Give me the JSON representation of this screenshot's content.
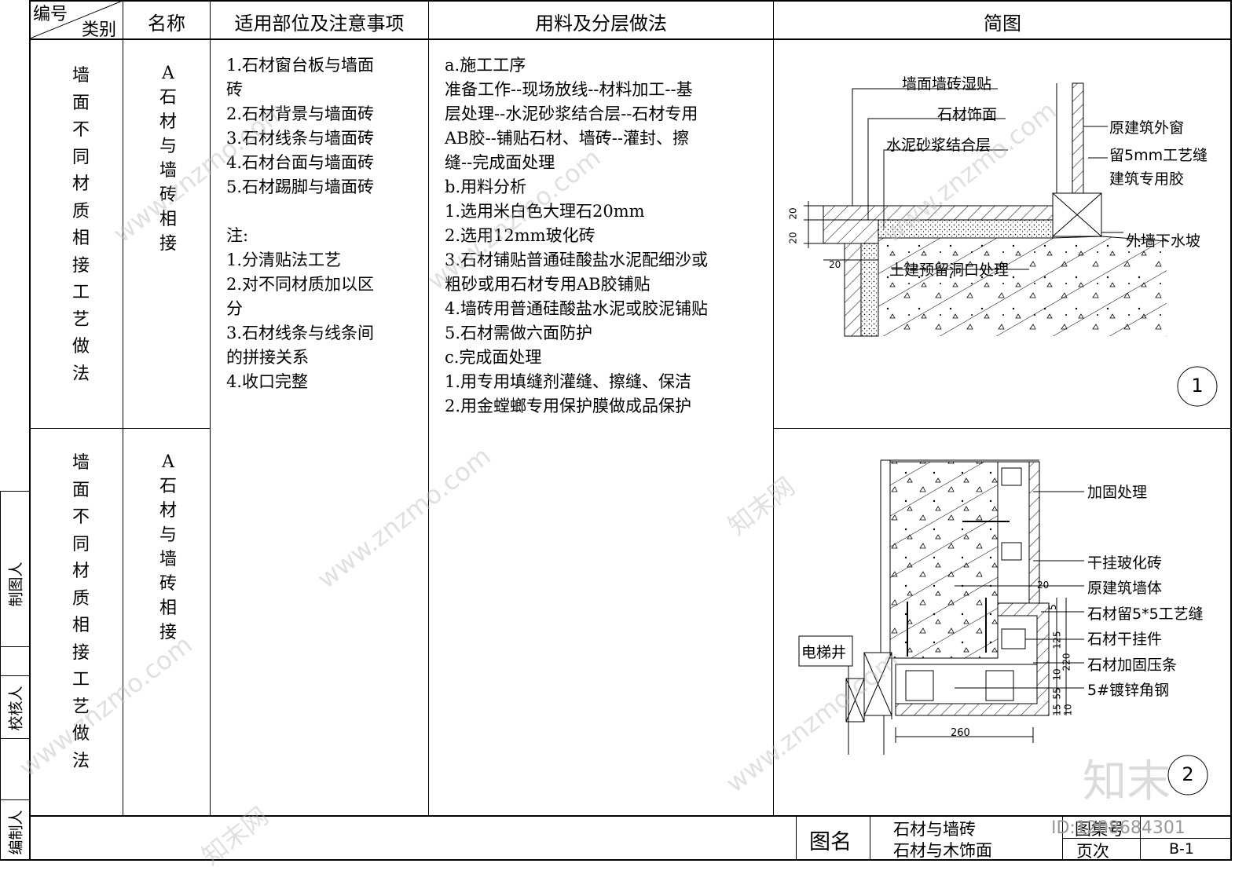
{
  "header": {
    "code": "编号",
    "category": "类别",
    "name": "名称",
    "scope": "适用部位及注意事项",
    "method": "用料及分层做法",
    "sketch": "简图"
  },
  "rows": [
    {
      "category": [
        "墙",
        "面",
        "不",
        "同",
        "材",
        "质",
        "相",
        "接",
        "工",
        "艺",
        "做",
        "法"
      ],
      "name": [
        "A",
        "石",
        "材",
        "与",
        "墙",
        "砖",
        "相",
        "接"
      ]
    },
    {
      "category": [
        "墙",
        "面",
        "不",
        "同",
        "材",
        "质",
        "相",
        "接",
        "工",
        "艺",
        "做",
        "法"
      ],
      "name": [
        "A",
        "石",
        "材",
        "与",
        "墙",
        "砖",
        "相",
        "接"
      ]
    }
  ],
  "scope_lines": [
    "1.石材窗台板与墙面",
    "砖",
    "2.石材背景与墙面砖",
    "3.石材线条与墙面砖",
    "4.石材台面与墙面砖",
    "5.石材踢脚与墙面砖",
    "",
    "注:",
    "1.分清贴法工艺",
    "2.对不同材质加以区",
    "分",
    "3.石材线条与线条间",
    "的拼接关系",
    "4.收口完整"
  ],
  "method_lines": [
    "a.施工工序",
    "准备工作--现场放线--材料加工--基",
    "层处理--水泥砂浆结合层--石材专用",
    "AB胶--铺贴石材、墙砖--灌封、擦",
    "缝--完成面处理",
    "b.用料分析",
    "1.选用米白色大理石20mm",
    "2.选用12mm玻化砖",
    "3.石材铺贴普通硅酸盐水泥配细沙或",
    "粗砂或用石材专用AB胶铺贴",
    "4.墙砖用普通硅酸盐水泥或胶泥铺贴",
    "5.石材需做六面防护",
    "c.完成面处理",
    "1.用专用填缝剂灌缝、擦缝、保洁",
    "2.用金螳螂专用保护膜做成品保护"
  ],
  "diagram1": {
    "number": "1",
    "labels": {
      "wall_tile": "墙面墙砖湿贴",
      "stone_face": "石材饰面",
      "mortar": "水泥砂浆结合层",
      "window": "原建筑外窗",
      "joint1": "留5mm工艺缝",
      "joint2": "建筑专用胶",
      "slope": "外墙下水坡",
      "opening": "土建预留洞口处理"
    },
    "dims": [
      "20",
      "20",
      "20"
    ]
  },
  "diagram2": {
    "number": "2",
    "labels": {
      "reinforce": "加固处理",
      "dry_tile": "干挂玻化砖",
      "wall": "原建筑墙体",
      "groove": "石材留5*5工艺缝",
      "hanger": "石材干挂件",
      "strip": "石材加固压条",
      "angle": "5#镀锌角钢",
      "shaft": "电梯井"
    },
    "dims": [
      "20",
      "5",
      "125",
      "220",
      "10",
      "55",
      "15",
      "10",
      "260"
    ]
  },
  "side_labels": [
    "制图人",
    "校核人",
    "编制人"
  ],
  "title_block": {
    "name_label": "图名",
    "name_line1": "石材与墙砖",
    "name_line2": "石材与木饰面",
    "set_label": "图集号",
    "page_label": "页次",
    "page_value": "B-1",
    "id_text": "ID:1208684301"
  },
  "watermark": {
    "site": "www.znzmo.com",
    "brand": "知末网",
    "logo": "知末"
  }
}
